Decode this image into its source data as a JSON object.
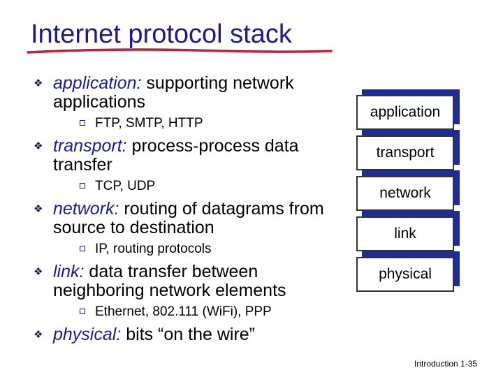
{
  "slide": {
    "title": "Internet protocol stack",
    "items": [
      {
        "term": "application:",
        "desc": " supporting network applications",
        "sub": "FTP, SMTP, HTTP"
      },
      {
        "term": "transport:",
        "desc": " process-process data transfer",
        "sub": "TCP, UDP"
      },
      {
        "term": "network:",
        "desc": " routing of datagrams from source to destination",
        "sub": "IP, routing protocols"
      },
      {
        "term": "link:",
        "desc": " data transfer between neighboring  network elements",
        "sub": "Ethernet, 802.111 (WiFi), PPP"
      },
      {
        "term": "physical:",
        "desc": " bits “on the wire”",
        "sub": ""
      }
    ],
    "stack": [
      "application",
      "transport",
      "network",
      "link",
      "physical"
    ],
    "footer": {
      "label": "Introduction",
      "page": "1-35"
    }
  },
  "colors": {
    "title": "#1a1a99",
    "underline": "#c0203a",
    "box_shadow": "#1e2b9a"
  }
}
